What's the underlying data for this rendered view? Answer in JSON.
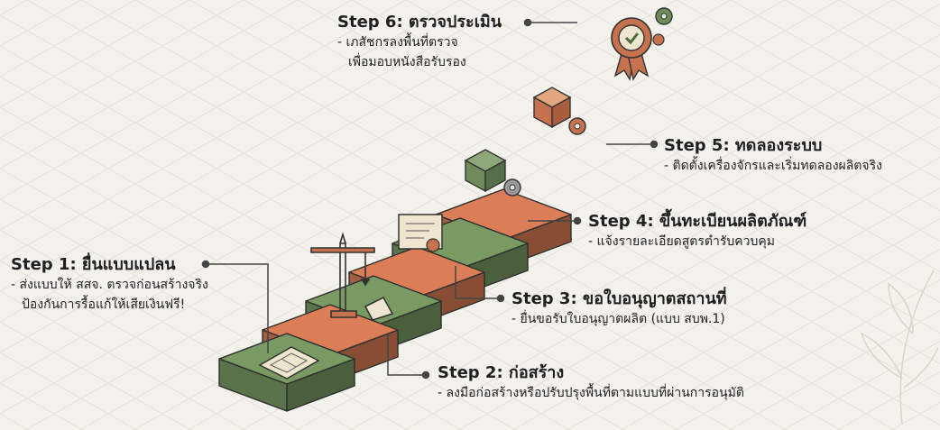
{
  "steps": [
    {
      "title": "Step 1: ยื่นแบบแปลน",
      "desc": [
        "- ส่งแบบให้ สสจ. ตรวจก่อนสร้างจริง",
        "  ป้องกันการรื้อแก้ให้เสียเงินฟรี!"
      ],
      "color": "#6e8c5a",
      "icon": "blueprint-icon"
    },
    {
      "title": "Step 2: ก่อสร้าง",
      "desc": [
        "- ลงมือก่อสร้างหรือปรับปรุงพื้นที่ตามแบบที่ผ่านการอนุมัติ"
      ],
      "color": "#c7724e",
      "icon": "crane-icon"
    },
    {
      "title": "Step 3: ขอใบอนุญาตสถานที่",
      "desc": [
        "- ยื่นขอรับใบอนุญาตผลิต (แบบ สบพ.1)"
      ],
      "color": "#6e8c5a",
      "icon": "certificate-icon"
    },
    {
      "title": "Step 4: ขึ้นทะเบียนผลิตภัณฑ์",
      "desc": [
        "- แจ้งรายละเอียดสูตรตำรับควบคุม"
      ],
      "color": "#c7724e",
      "icon": "product-box-icon"
    },
    {
      "title": "Step 5: ทดลองระบบ",
      "desc": [
        "- ติดตั้งเครื่องจักรและเริ่มทดลองผลิตจริง"
      ],
      "color": "#6e8c5a",
      "icon": "machine-box-icon"
    },
    {
      "title": "Step 6: ตรวจประเมิน",
      "desc": [
        "- เภสัชกรลงพื้นที่ตรวจ",
        "  เพื่อมอบหนังสือรับรอง"
      ],
      "color": "#c7724e",
      "icon": "award-badge-icon"
    }
  ]
}
